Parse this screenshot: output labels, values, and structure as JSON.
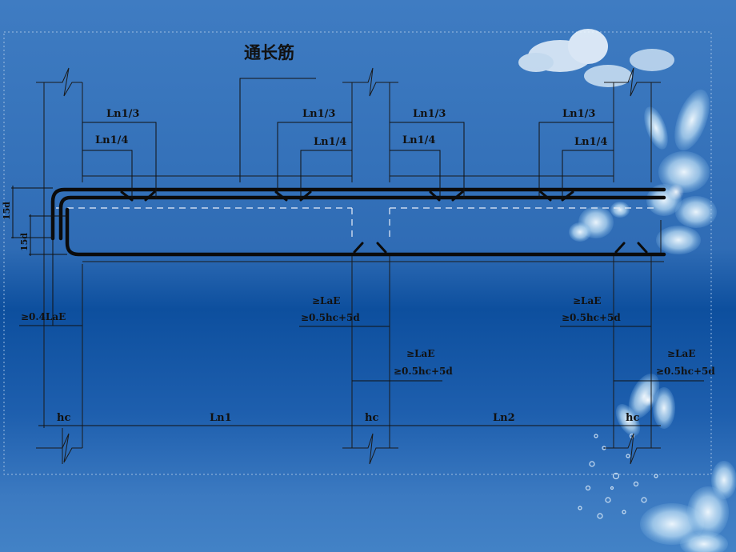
{
  "title": "通长筋",
  "labels": {
    "ln13_a": "Ln1/3",
    "ln14_a": "Ln1/4",
    "ln13_b": "Ln1/3",
    "ln14_b": "Ln1/4",
    "ln13_c": "Ln1/3",
    "ln14_c": "Ln1/4",
    "ln13_d": "Ln1/3",
    "ln14_d": "Ln1/4",
    "d15_top": "15d",
    "d15_bot": "15d",
    "anchor_left": "≥0.4LaE",
    "lae_1": "≥LaE",
    "hc5d_1": "≥0.5hc+5d",
    "lae_2": "≥LaE",
    "hc5d_2": "≥0.5hc+5d",
    "lae_3": "≥LaE",
    "hc5d_3": "≥0.5hc+5d",
    "lae_4": "≥LaE",
    "hc5d_4": "≥0.5hc+5d",
    "hc_1": "hc",
    "ln1": "Ln1",
    "hc_2": "hc",
    "ln2": "Ln2",
    "hc_3": "hc"
  },
  "colors": {
    "background_top": "#3f7cc2",
    "background_band": "#0d4f9e",
    "rebar": "#0b0b0b",
    "flower": "#cfe6f8"
  }
}
